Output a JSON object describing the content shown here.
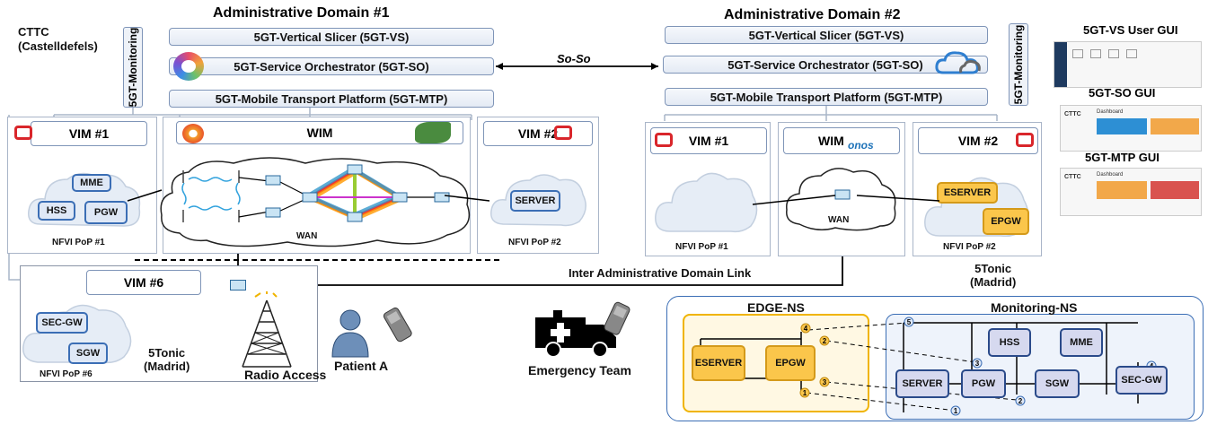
{
  "domain1": {
    "title": "Administrative Domain #1",
    "vs": "5GT-Vertical Slicer (5GT-VS)",
    "so": "5GT-Service Orchestrator (5GT-SO)",
    "mtp": "5GT-Mobile Transport Platform (5GT-MTP)",
    "monitoring": "5GT-Monitoring",
    "site": "CTTC\n(Castelldefels)"
  },
  "domain2": {
    "title": "Administrative Domain #2",
    "vs": "5GT-Vertical Slicer (5GT-VS)",
    "so": "5GT-Service Orchestrator (5GT-SO)",
    "mtp": "5GT-Mobile Transport Platform (5GT-MTP)",
    "monitoring": "5GT-Monitoring"
  },
  "soso": "So-So",
  "d1": {
    "vim1": "VIM #1",
    "wim": "WIM",
    "vim2": "VIM #2",
    "mme": "MME",
    "hss": "HSS",
    "pgw": "PGW",
    "server": "SERVER",
    "pop1": "NFVI PoP #1",
    "pop2": "NFVI PoP #2",
    "wan": "WAN"
  },
  "d2": {
    "vim1": "VIM #1",
    "wim": "WIM",
    "onos": "onos",
    "vim2": "VIM #2",
    "eserver": "ESERVER",
    "epgw": "EPGW",
    "wan": "WAN",
    "pop1": "NFVI PoP #1",
    "pop2": "NFVI PoP #2",
    "site": "5Tonic\n(Madrid)"
  },
  "inter_link": "Inter Administrative  Domain Link",
  "pop6": {
    "vim6": "VIM #6",
    "secgw": "SEC-GW",
    "sgw": "SGW",
    "pop": "NFVI PoP #6",
    "site": "5Tonic\n(Madrid)",
    "radio": "Radio Access"
  },
  "patient": "Patient A",
  "emergency": "Emergency Team",
  "edge_ns": {
    "title": "EDGE-NS",
    "eserver": "ESERVER",
    "epgw": "EPGW",
    "ports": [
      "4",
      "2",
      "3",
      "1"
    ]
  },
  "monitoring_ns": {
    "title": "Monitoring-NS",
    "hss": "HSS",
    "mme": "MME",
    "server": "SERVER",
    "pgw": "PGW",
    "sgw": "SGW",
    "secgw": "SEC-GW",
    "ports": [
      "5",
      "3",
      "2",
      "1",
      "4"
    ]
  },
  "gui": {
    "vs": "5GT-VS User GUI",
    "so": "5GT-SO GUI",
    "mtp": "5GT-MTP GUI",
    "brand": "CTTC",
    "dashboard": "Dashboard"
  },
  "colors": {
    "vnf_blue": "#3b6eb5",
    "vnf_fill": "#dfe8f6",
    "edge_yellow": "#fbc64b",
    "openstack_red": "#d9262b"
  }
}
